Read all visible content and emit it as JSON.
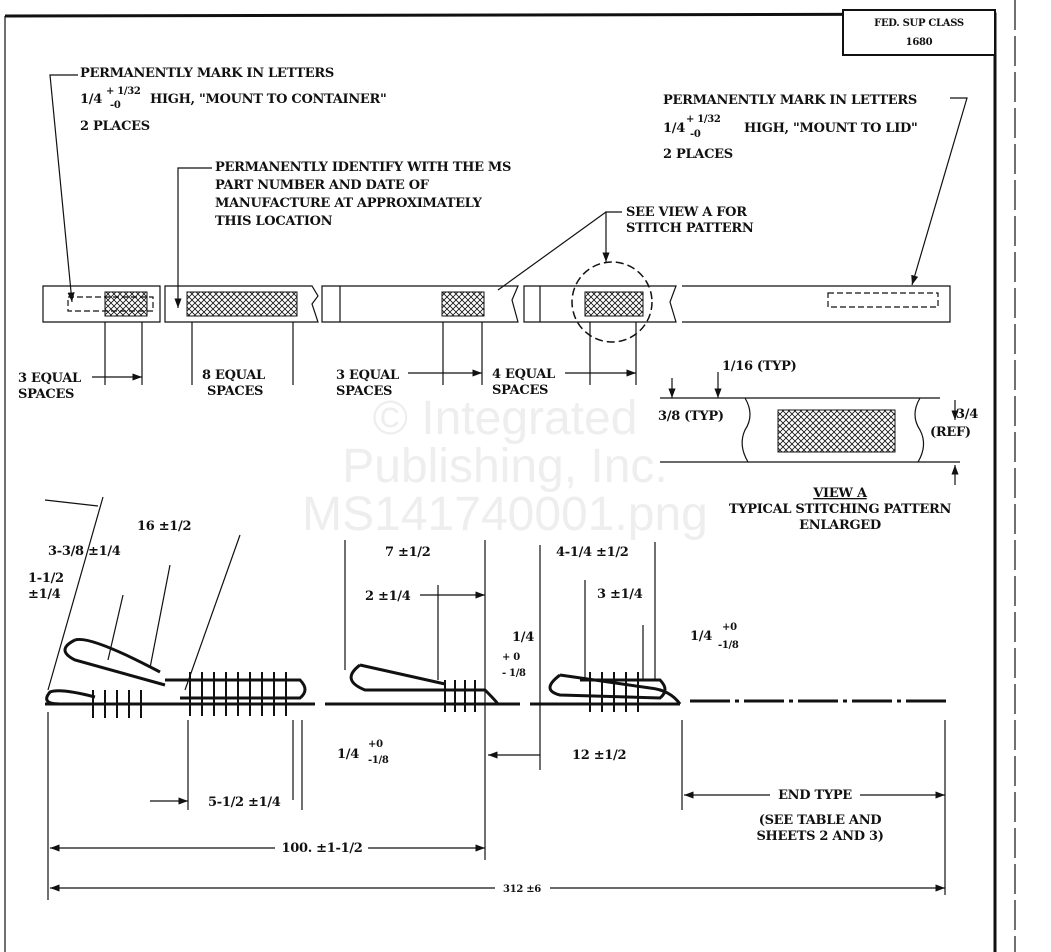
{
  "title_block": {
    "line1": "FED. SUP CLASS",
    "line2": "1680"
  },
  "notes": {
    "container_mark": {
      "line1": "PERMANENTLY MARK IN LETTERS",
      "size": "1/4",
      "tol_plus": "+ 1/32",
      "tol_minus": "-0",
      "text": "HIGH, \"MOUNT TO CONTAINER\"",
      "places": "2 PLACES"
    },
    "lid_mark": {
      "line1": "PERMANENTLY MARK IN LETTERS",
      "size": "1/4",
      "tol_plus": "+ 1/32",
      "tol_minus": "-0",
      "text": "HIGH, \"MOUNT TO LID\"",
      "places": "2 PLACES"
    },
    "identify": {
      "line1": "PERMANENTLY IDENTIFY WITH THE MS",
      "line2": "PART NUMBER AND DATE OF",
      "line3": "MANUFACTURE AT APPROXIMATELY",
      "line4": "THIS LOCATION"
    },
    "see_view": {
      "line1": "SEE VIEW A FOR",
      "line2": "STITCH PATTERN"
    }
  },
  "spacing_labels": [
    {
      "line1": "3 EQUAL",
      "line2": "SPACES"
    },
    {
      "line1": "8 EQUAL",
      "line2": "SPACES"
    },
    {
      "line1": "3 EQUAL",
      "line2": "SPACES"
    },
    {
      "line1": "4 EQUAL",
      "line2": "SPACES"
    }
  ],
  "view_a": {
    "dim_edge": "1/16 (TYP)",
    "dim_row": "3/8 (TYP)",
    "dim_width": "3/4",
    "dim_width_ref": "(REF)",
    "title": "VIEW A",
    "caption1": "TYPICAL STITCHING PATTERN",
    "caption2": "ENLARGED"
  },
  "dimensions": {
    "d16": "16 ±1/2",
    "d3_3_8": "3-3/8 ±1/4",
    "d1_1_2": "1-1/2",
    "d1_1_2_tol": "±1/4",
    "d7": "7 ±1/2",
    "d4_1_4": "4-1/4 ±1/2",
    "d2": "2 ±1/4",
    "d3": "3 ±1/4",
    "q1": {
      "value": "1/4",
      "plus": "+ 0",
      "minus": "- 1/8"
    },
    "q2": {
      "value": "1/4",
      "plus": "+0",
      "minus": "-1/8"
    },
    "q3": {
      "value": "1/4",
      "plus": "+0",
      "minus": "-1/8"
    },
    "d5_1_2": "5-1/2 ±1/4",
    "d12": "12 ±1/2",
    "d100": "100. ±1-1/2",
    "d312": "312 ±6",
    "end_type": "END TYPE",
    "end_note1": "(SEE TABLE AND",
    "end_note2": "SHEETS 2 AND 3)"
  },
  "watermark": {
    "line1": "© Integrated",
    "line2": "Publishing, Inc.",
    "line3": "MS141740001.png"
  }
}
